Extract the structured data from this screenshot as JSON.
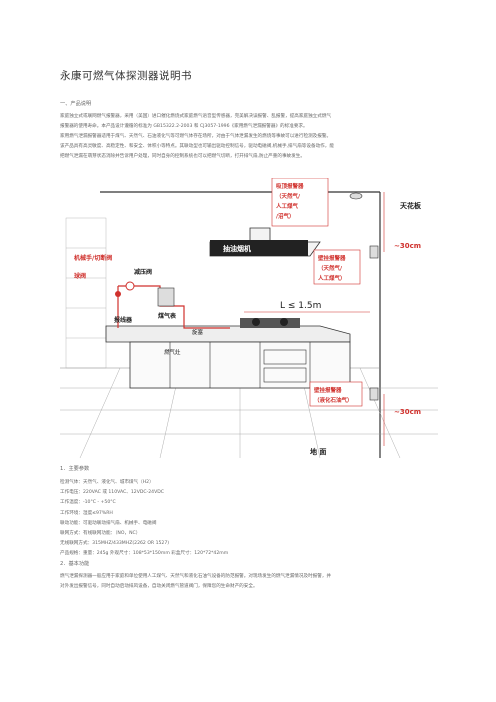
{
  "doc": {
    "title": "永康可燃气体探测器说明书",
    "section1_heading": "一、产品说明",
    "intro_lines": [
      "家庭独立式或联网燃气报警器，采用（美国）进口催化燃烧式家庭燃气语音型传感器，完美解决误报警、乱报警，提高家庭独立式燃气",
      "报警器的使用寿命。本产品设计遵循的标准为 GB15322.2-2003 和 CJ3057-1996《家用燃气泄漏报警器》的标准要求。",
      "家用燃气泄漏报警器适用于煤气、天然气、石油液化气等可燃气体存在场所，对由于气体泄漏发生的燃烧等事故可以进行检测及报警。",
      "该产品具有高灵敏度、高稳定性、和安全、体积小等特点。其联动型也可输出驱动控制信号，驱动电磁阀,机械手,排气扇等设备动作，能",
      "把燃气泄漏在萌芽状态消除并告诉用户处理，同时自身的控制系统也可以把燃气切断，打开排气扇,防止严重的事故发生。"
    ],
    "params_heading": "1．主要参数",
    "params": [
      "检测气体：天然气、液化气、城市煤气（H2）",
      "工作电压：220VAC 或 110VAC、12VDC-24VDC",
      "工作温度：-10°C - +50°C",
      "工作环境：湿度≤97%RH",
      "联动功能：可驱动联动排气扇、机械手、电磁阀",
      "联网方式：有线联网功能：（NO，NC）",
      "无线联网方式：315MHZ/433MHZ(2262 OR 1527)",
      "产品规格：重量：245g 外观尺寸：108*53*150mm 彩盒尺寸：120*72*42mm"
    ],
    "func_heading": "2．基本功能",
    "func_lines": [
      "燃气泄漏探测器一般应用于家庭和单位使用人工煤气、天然气和液化石油气设备的防范报警。对现场发生的燃气泄漏情况及时报警，并",
      "对外发出报警信号，同时自动启动排风设备，自动关闭燃气管道阀门，保障您的生命财产的安全。"
    ]
  },
  "diagram": {
    "ceiling_label": "天花板",
    "ceiling_alarm_label": [
      "吸顶报警器",
      "（天然气/",
      "人工煤气",
      "/沼气）"
    ],
    "wall_alarm_high_label": [
      "壁挂报警器",
      "（天然气/",
      "人工煤气）"
    ],
    "wall_alarm_low_label": [
      "壁挂报警器",
      "（液化石油气）"
    ],
    "dist_top": "~30cm",
    "dist_bottom": "~30cm",
    "range_label": "L ≤ 1.5m",
    "hood_label": "抽油烟机",
    "valve_label": "机械手/切断阀",
    "reducer_label": "减压阀",
    "ball_valve_label": "球阀",
    "alarm_valve_label": "报线器",
    "meter_label": "煤气表",
    "stove_label": "燃气灶",
    "pipe_label": "旋塞",
    "floor_label": "地  面",
    "accent_red": "#d0312d"
  }
}
